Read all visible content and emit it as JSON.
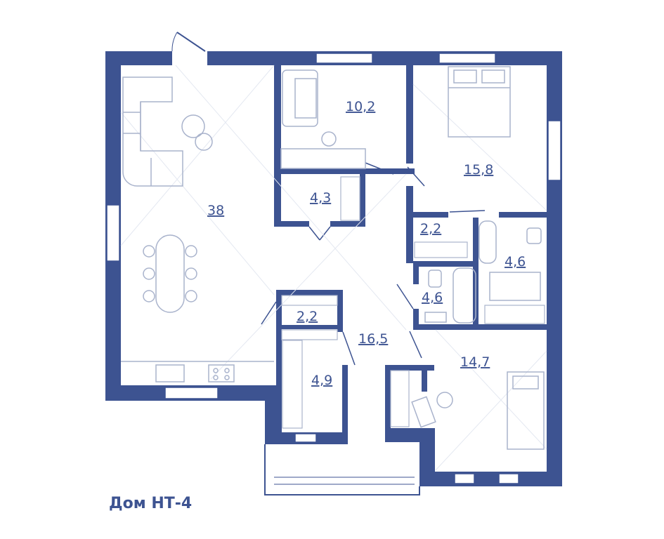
{
  "caption": "Дом НТ-4",
  "colors": {
    "wall": "#3d5391",
    "line": "#a9b3cc",
    "text": "#3d5391"
  },
  "rooms": [
    {
      "id": "living",
      "area": "38"
    },
    {
      "id": "study",
      "area": "10,2"
    },
    {
      "id": "bedroom",
      "area": "15,8"
    },
    {
      "id": "wardrobe-1",
      "area": "4,3"
    },
    {
      "id": "wc-1",
      "area": "2,2"
    },
    {
      "id": "bath-1",
      "area": "4,6"
    },
    {
      "id": "bath-2",
      "area": "4,6"
    },
    {
      "id": "wc-2",
      "area": "2,2"
    },
    {
      "id": "hall",
      "area": "16,5"
    },
    {
      "id": "bedroom-2",
      "area": "14,7"
    },
    {
      "id": "wardrobe-2",
      "area": "4,9"
    }
  ]
}
